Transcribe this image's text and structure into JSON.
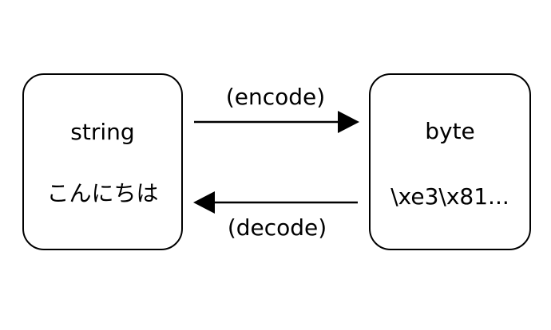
{
  "diagram": {
    "colors": {
      "background": "#ffffff",
      "foreground": "#000000"
    },
    "nodes": {
      "string_box": {
        "title": "string",
        "value": "こんにちは"
      },
      "byte_box": {
        "title": "byte",
        "value": "\\xe3\\x81..."
      }
    },
    "arrows": {
      "encode": {
        "label": "(encode)",
        "direction": "right",
        "from": "string_box",
        "to": "byte_box"
      },
      "decode": {
        "label": "(decode)",
        "direction": "left",
        "from": "byte_box",
        "to": "string_box"
      }
    }
  }
}
